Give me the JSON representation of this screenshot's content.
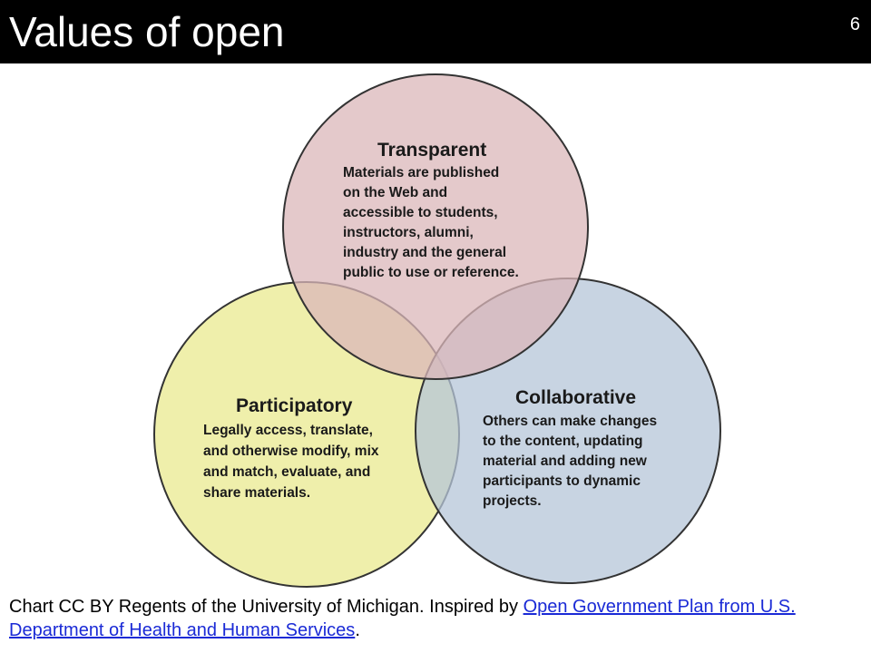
{
  "slide": {
    "title": "Values of open",
    "number": "6"
  },
  "diagram": {
    "colors": {
      "transparent": "#dbb7b9",
      "participatory": "#e9e98f",
      "collaborative": "#b6c6d8",
      "outline": "#333333"
    },
    "circles": [
      {
        "heading": "Transparent",
        "lines": [
          "Materials are published",
          "on the Web and",
          "accessible to students,",
          "instructors, alumni,",
          "industry and the general",
          "public to use or reference."
        ]
      },
      {
        "heading": "Participatory",
        "lines": [
          "Legally access, translate,",
          "and otherwise modify, mix",
          "and match, evaluate, and",
          "share materials."
        ]
      },
      {
        "heading": "Collaborative",
        "lines": [
          "Others can make changes",
          "to the content, updating",
          "material and adding new",
          "participants to dynamic",
          "projects."
        ]
      }
    ]
  },
  "caption": {
    "prefix": "Chart CC BY Regents of the University of Michigan. Inspired by ",
    "link_text": "Open Government Plan from U.S. Department of Health and Human Services",
    "suffix": "."
  }
}
